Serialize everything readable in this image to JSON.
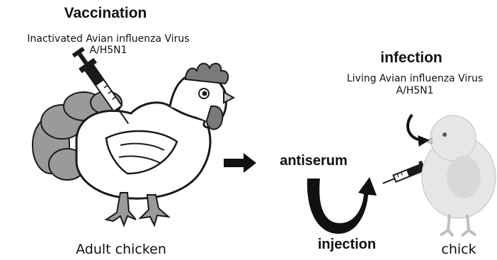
{
  "vaccination": {
    "title": "Vaccination",
    "line1": "Inactivated Avian influenza Virus",
    "line2": "A/H5N1"
  },
  "infection": {
    "title": "infection",
    "line1": "Living Avian influenza Virus",
    "line2": "A/H5N1"
  },
  "antiserum_label": "antiserum",
  "injection_label": "injection",
  "adult_label": "Adult chicken",
  "chick_label": "chick",
  "colors": {
    "outline": "#1a1a1a",
    "tail_gray": "#9a9a9a",
    "comb_gray": "#7a7a7a",
    "chick_fill": "#e6e6e6",
    "arrow": "#111111"
  }
}
